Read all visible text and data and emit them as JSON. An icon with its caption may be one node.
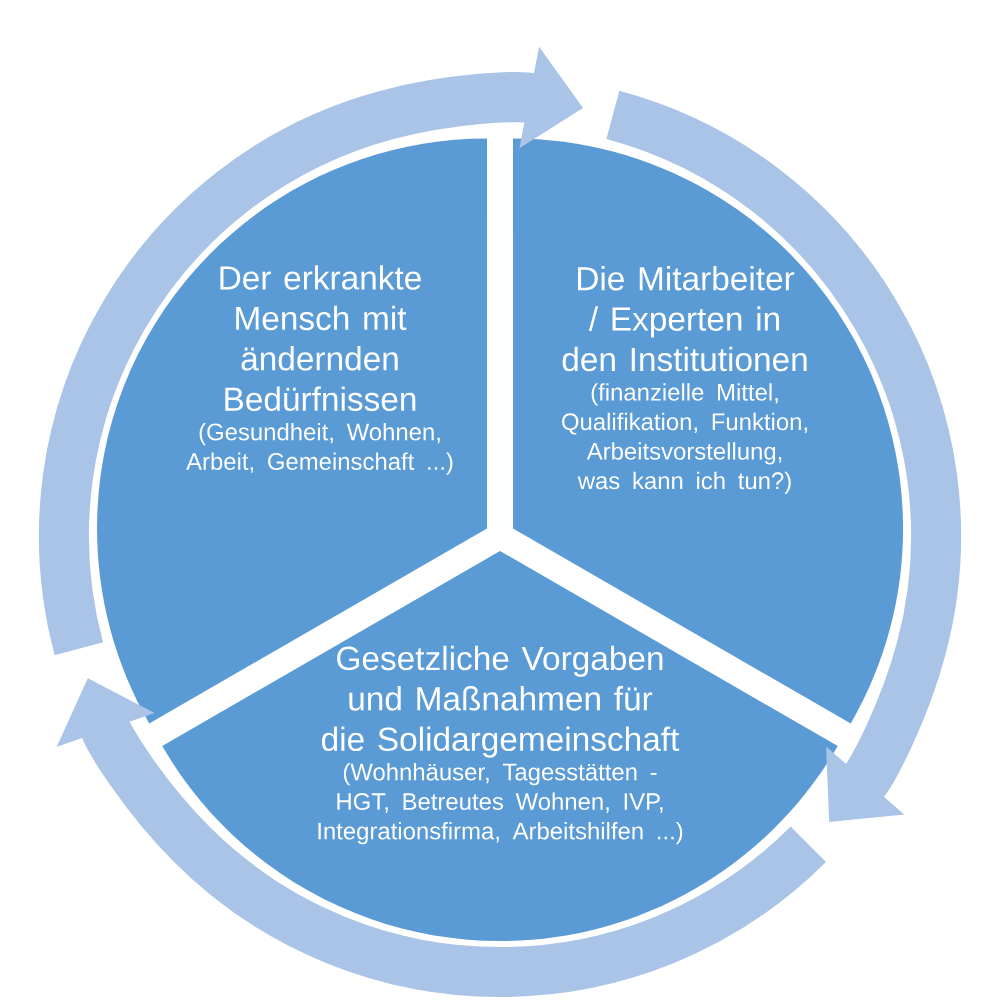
{
  "diagram": {
    "nodes": [
      {
        "text": [
          "Der erkrankte Mensch mit ändernden Bedürfnissen",
          "(Gesundheit, Wohnen, Arbeit, Gemeinschaft ...)"
        ]
      },
      {
        "text": [
          "Die Mitarbeiter / Experten in den Institutionen",
          "(finanzielle Mittel, Qualifikation, Funktion, Arbeitsvorstellung, was kann ich tun?)"
        ]
      },
      {
        "text": [
          "Gesetzliche Vorgaben und Maßnahmen für die Solidargemeinschaft",
          "(Wohnhäuser, Tagesstätten - HGT, Betreutes Wohnen, IVP, Integrationsfirma, Arbeitshilfen ...)"
        ]
      }
    ],
    "edges": [
      {
        "from": 0,
        "to": 1,
        "arrow": "to"
      },
      {
        "from": 1,
        "to": 2,
        "arrow": "to"
      },
      {
        "from": 2,
        "to": 0,
        "arrow": "to"
      }
    ]
  }
}
